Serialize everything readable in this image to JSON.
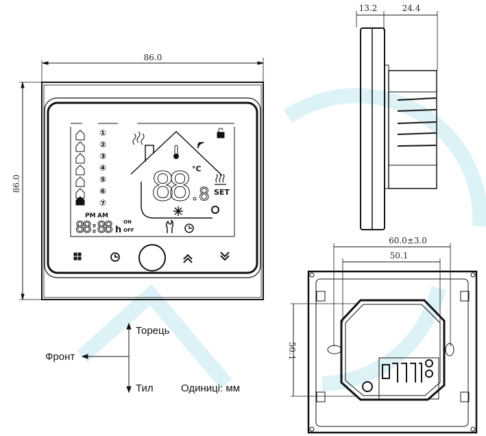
{
  "colors": {
    "line": "#111111",
    "watermark": "#cfeef3"
  },
  "front_view": {
    "width_dim": "86.0",
    "height_dim": "86.0",
    "lcd": {
      "program_numbers": [
        "①",
        "②",
        "③",
        "④",
        "⑤",
        "⑥",
        "⑦"
      ],
      "main_digits": "88",
      "decimal_digit": "8",
      "unit": "°C",
      "set_label": "SET",
      "pm_label": "PM",
      "am_label": "AM",
      "clock_digits": "88:88",
      "hour_suffix": "h",
      "on_label": "ON",
      "off_label": "OFF"
    },
    "buttons": [
      "menu-grid-icon",
      "clock-icon",
      "power-button",
      "up-chevrons-icon",
      "down-chevrons-icon"
    ]
  },
  "side_view": {
    "depth_front": "13.2",
    "depth_back": "24.4"
  },
  "back_view": {
    "hole_spacing": "60.0±3.0",
    "box_width": "50.1",
    "box_height": "50.1"
  },
  "legend": {
    "top": "Торець",
    "front": "Фронт",
    "back": "Тил",
    "units": "Одиниці: мм"
  }
}
